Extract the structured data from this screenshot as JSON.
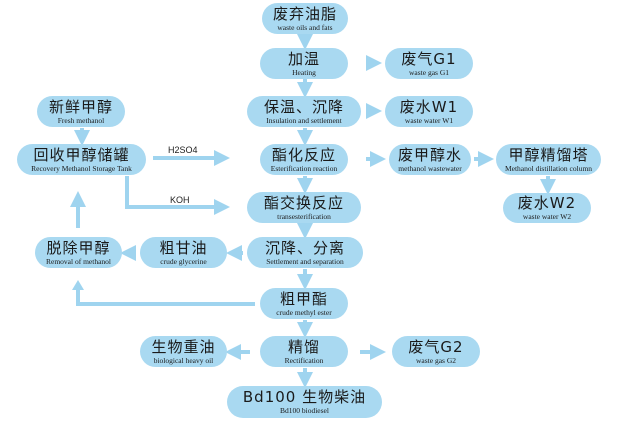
{
  "nodes": {
    "waste_oils": {
      "zh": "废弃油脂",
      "en": "waste oils and fats"
    },
    "heating": {
      "zh": "加温",
      "en": "Heating"
    },
    "waste_gas_g1": {
      "zh": "废气G1",
      "en": "waste gas G1"
    },
    "insulation": {
      "zh": "保温、沉降",
      "en": "Insulation and settlement"
    },
    "waste_water_w1": {
      "zh": "废水W1",
      "en": "waste water W1"
    },
    "fresh_methanol": {
      "zh": "新鲜甲醇",
      "en": "Fresh methanol"
    },
    "recovery_tank": {
      "zh": "回收甲醇储罐",
      "en": "Recovery Methanol Storage Tank"
    },
    "esterification": {
      "zh": "酯化反应",
      "en": "Esterification reaction"
    },
    "methanol_wastewater": {
      "zh": "废甲醇水",
      "en": "methanol wastewater"
    },
    "distillation_column": {
      "zh": "甲醇精馏塔",
      "en": "Methanol distillation column"
    },
    "waste_water_w2": {
      "zh": "废水W2",
      "en": "waste water W2"
    },
    "transesterification": {
      "zh": "酯交换反应",
      "en": "transesterification"
    },
    "separation": {
      "zh": "沉降、分离",
      "en": "Settlement and separation"
    },
    "crude_glycerine": {
      "zh": "粗甘油",
      "en": "crude glycerine"
    },
    "removal_methanol": {
      "zh": "脱除甲醇",
      "en": "Removal of methanol"
    },
    "crude_ester": {
      "zh": "粗甲酯",
      "en": "crude methyl ester"
    },
    "rectification": {
      "zh": "精馏",
      "en": "Rectification"
    },
    "heavy_oil": {
      "zh": "生物重油",
      "en": "biological heavy oil"
    },
    "waste_gas_g2": {
      "zh": "废气G2",
      "en": "waste gas G2"
    },
    "biodiesel": {
      "zh": "Bd100 生物柴油",
      "en": "Bd100 biodiesel"
    }
  },
  "labels": {
    "h2so4": "H2SO4",
    "koh": "KOH"
  },
  "colors": {
    "node": "#a9d9f1",
    "arrow": "#9fd4ef"
  }
}
